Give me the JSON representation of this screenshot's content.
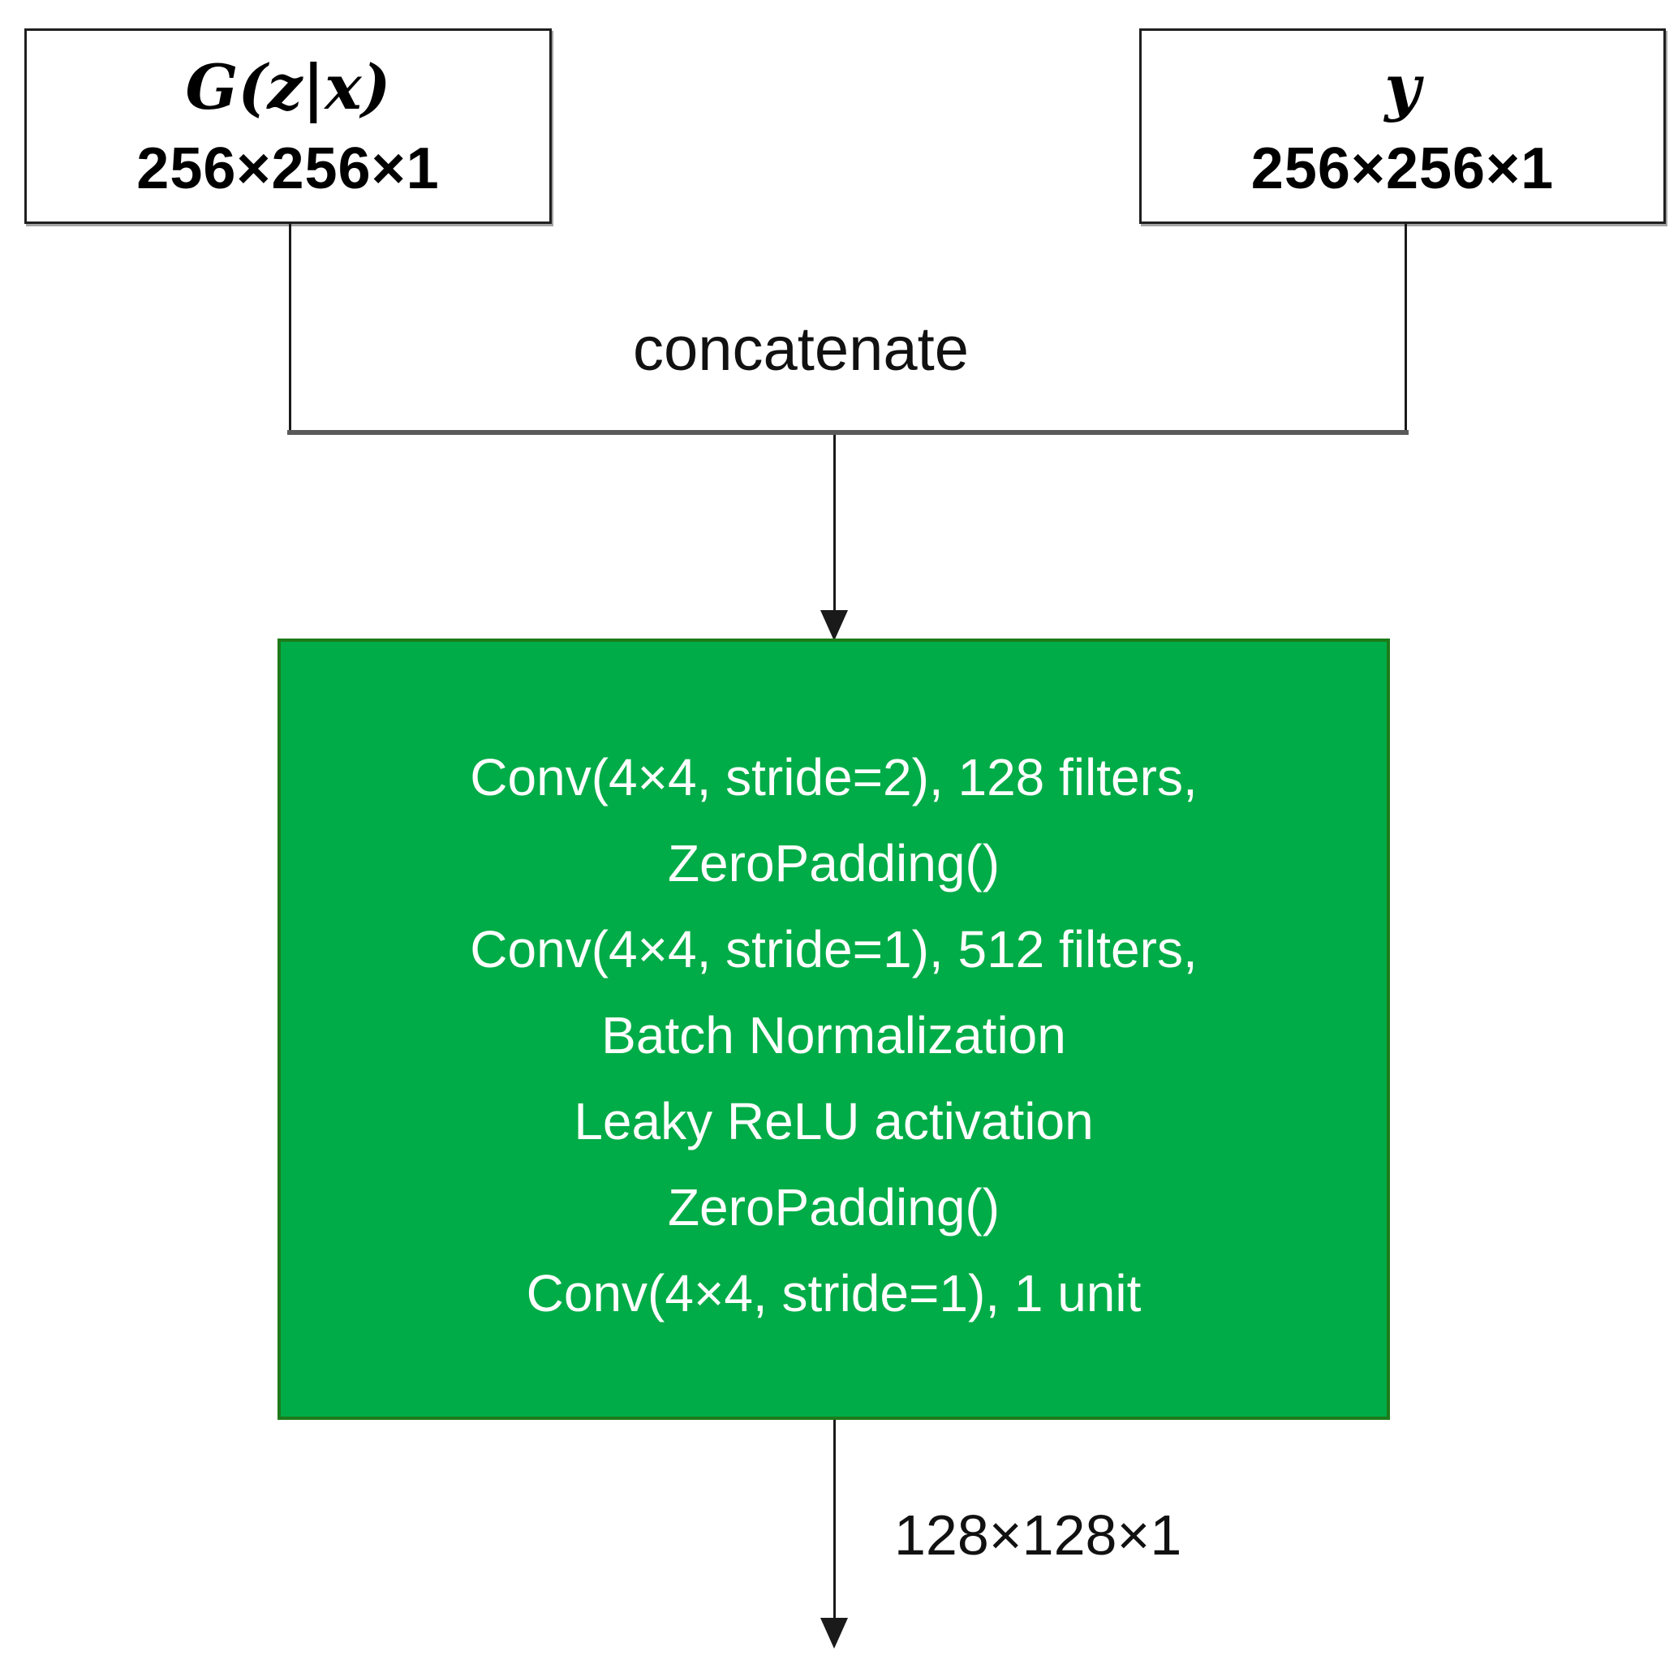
{
  "inputs": {
    "left": {
      "title": "G(z|x)",
      "dims": "256×256×1"
    },
    "right": {
      "title": "y",
      "dims": "256×256×1"
    }
  },
  "merge": {
    "label": "concatenate"
  },
  "block": {
    "lines": [
      "Conv(4×4, stride=2), 128 filters,",
      "ZeroPadding()",
      "Conv(4×4, stride=1), 512 filters,",
      "Batch Normalization",
      "Leaky ReLU activation",
      "ZeroPadding()",
      "Conv(4×4, stride=1), 1 unit"
    ]
  },
  "output": {
    "dims": "128×128×1"
  },
  "colors": {
    "block_fill": "#00AC47",
    "block_border": "#1E7A1A",
    "block_text": "#FFFFFF",
    "line": "#1A1A1A",
    "merge_bar": "#5A5A5A",
    "box_border": "#1F1F1F",
    "background": "#FFFFFF"
  }
}
